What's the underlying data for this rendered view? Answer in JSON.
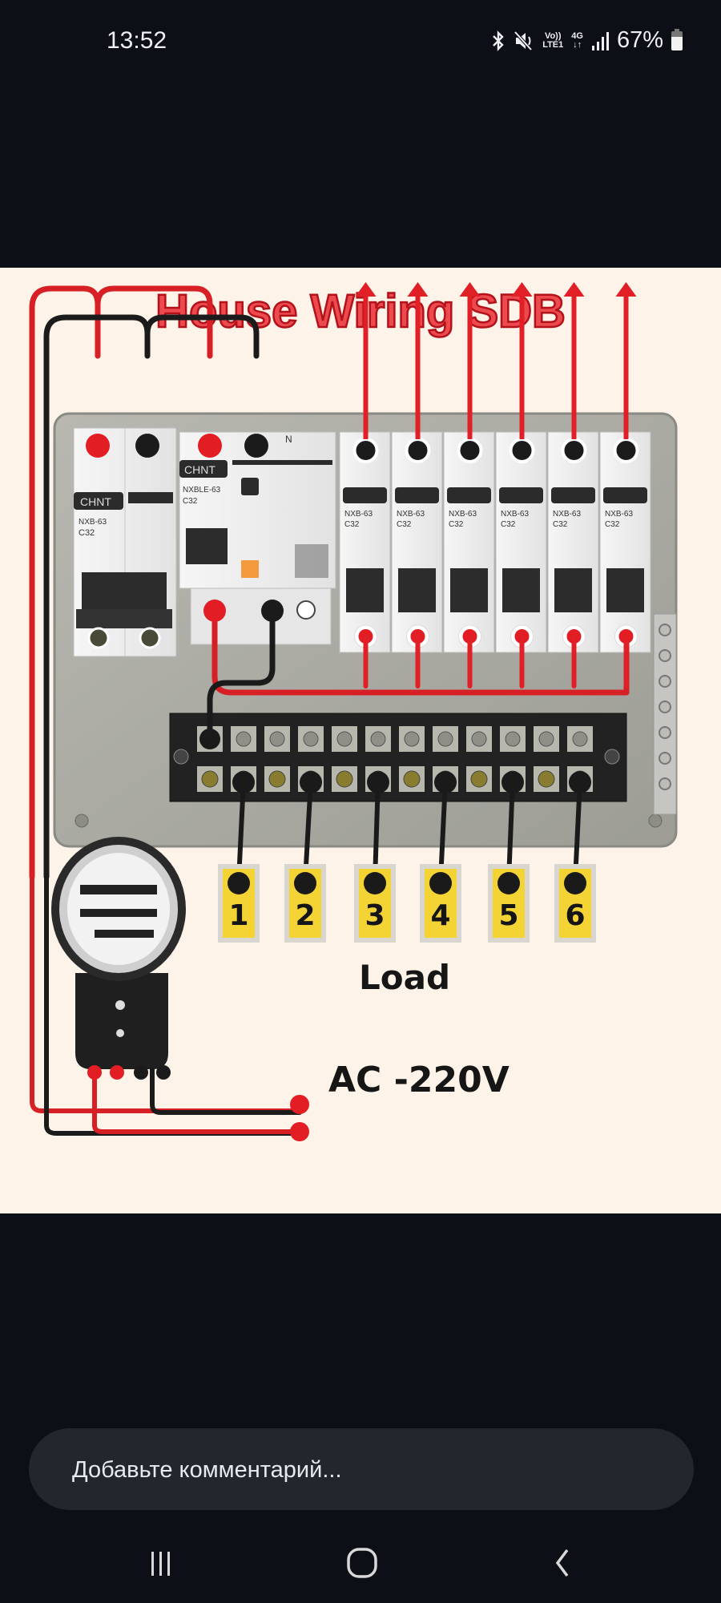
{
  "status_bar": {
    "time": "13:52",
    "icons": [
      "bluetooth-icon",
      "mute-icon",
      "volte-icon",
      "4g-data-icon",
      "signal-icon",
      "battery-icon"
    ],
    "volte_top": "Vo))",
    "volte_bottom": "LTE1",
    "data_top": "4G",
    "data_bottom": "↓↑",
    "battery_percent": "67%"
  },
  "image": {
    "title": "House Wiring SDB",
    "colors": {
      "title": "#e03036",
      "live_wire": "#e01f26",
      "neutral_wire": "#1a1a1a",
      "panel": "#a9a9a2",
      "background": "#fdf3e8",
      "label": "#f4d334"
    },
    "main_breaker": {
      "brand": "CHNT",
      "model": "NXB-63",
      "rating": "C32"
    },
    "rccb": {
      "brand": "CHNT",
      "model": "NXBLE-63",
      "rating": "C32",
      "neutral_label": "N"
    },
    "mcbs": [
      {
        "model": "NXB-63",
        "rating": "C32"
      },
      {
        "model": "NXB-63",
        "rating": "C32"
      },
      {
        "model": "NXB-63",
        "rating": "C32"
      },
      {
        "model": "NXB-63",
        "rating": "C32"
      },
      {
        "model": "NXB-63",
        "rating": "C32"
      },
      {
        "model": "NXB-63",
        "rating": "C32"
      }
    ],
    "load_labels": [
      "1",
      "2",
      "3",
      "4",
      "5",
      "6"
    ],
    "load_caption": "Load",
    "supply_caption": "AC -220V"
  },
  "comment": {
    "placeholder": "Добавьте комментарий..."
  },
  "nav": {
    "recents": "recents-button",
    "home": "home-button",
    "back": "back-button"
  }
}
